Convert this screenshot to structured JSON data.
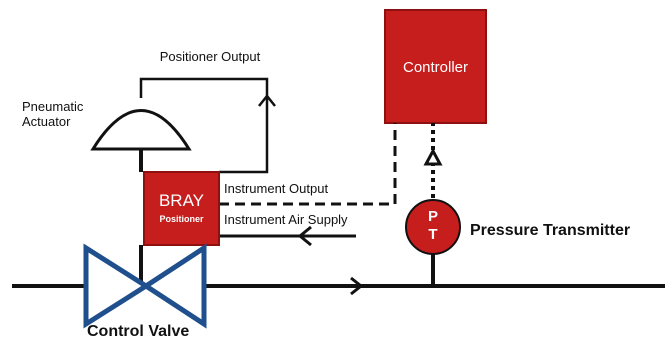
{
  "diagram": {
    "labels": {
      "positioner_output": "Positioner Output",
      "pneumatic_actuator": "Pneumatic\nActuator",
      "controller": "Controller",
      "instrument_output": "Instrument Output",
      "instrument_air_supply": "Instrument Air Supply",
      "bray": "BRAY",
      "positioner": "Positioner",
      "pressure_transmitter": "Pressure Transmitter",
      "pt_p": "P",
      "pt_t": "T",
      "control_valve": "Control Valve"
    },
    "colors": {
      "red": "#c61d1d",
      "red_border": "#8f1010",
      "blue": "#1f4f8c",
      "line": "#111111",
      "white": "#ffffff"
    }
  }
}
